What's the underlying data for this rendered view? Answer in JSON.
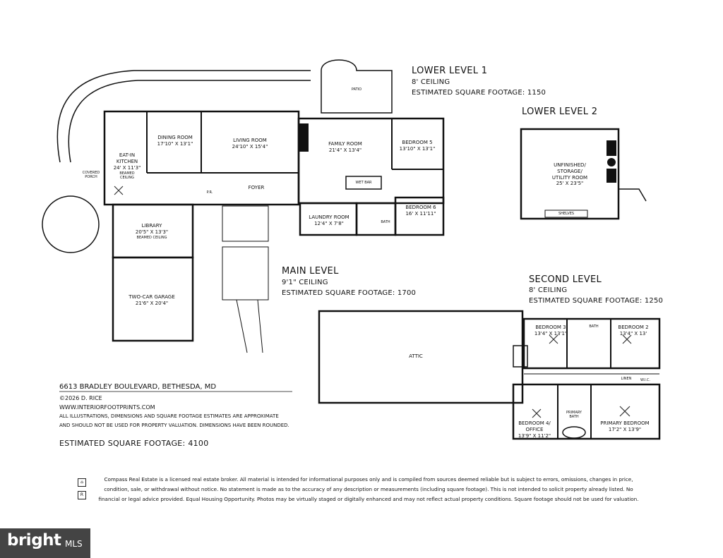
{
  "lower_level_1": {
    "title": "LOWER LEVEL 1",
    "ceiling": "8' CEILING",
    "sqft": "ESTIMATED SQUARE FOOTAGE: 1150",
    "rooms": {
      "patio": "PATIO",
      "family_room_name": "FAMILY ROOM",
      "family_room_dim": "21'4\" X 13'4\"",
      "bedroom5_name": "BEDROOM 5",
      "bedroom5_dim": "13'10\" X 13'1\"",
      "wet_bar": "WET BAR",
      "laundry_name": "LAUNDRY ROOM",
      "laundry_dim": "12'4\" X 7'8\"",
      "bath": "BATH",
      "bedroom6_name": "BEDROOM 6",
      "bedroom6_dim": "16' X 11'11\""
    }
  },
  "lower_level_2": {
    "title": "LOWER LEVEL 2",
    "room_line1": "UNFINISHED/",
    "room_line2": "STORAGE/",
    "room_line3": "UTILITY ROOM",
    "room_dim": "25' X 23'5\"",
    "shelves": "SHELVES"
  },
  "main_level": {
    "title": "MAIN LEVEL",
    "ceiling": "9'1\" CEILING",
    "sqft": "ESTIMATED SQUARE FOOTAGE: 1700",
    "rooms": {
      "dining_name": "DINING ROOM",
      "dining_dim": "17'10\" X 13'1\"",
      "living_name": "LIVING ROOM",
      "living_dim": "24'10\" X 15'4\"",
      "kitchen_name1": "EAT-IN",
      "kitchen_name2": "KITCHEN",
      "kitchen_dim": "24' X 11'3\"",
      "kitchen_note1": "BEAMED",
      "kitchen_note2": "CEILING",
      "covered_porch1": "COVERED",
      "covered_porch2": "PORCH",
      "foyer": "FOYER",
      "pr": "P.R.",
      "library_name": "LIBRARY",
      "library_dim": "20'5\" X 13'3\"",
      "library_note": "BEAMED CEILING",
      "garage_name": "TWO-CAR GARAGE",
      "garage_dim": "21'6\" X 20'4\""
    }
  },
  "second_level": {
    "title": "SECOND LEVEL",
    "ceiling": "8' CEILING",
    "sqft": "ESTIMATED SQUARE FOOTAGE: 1250",
    "rooms": {
      "attic": "ATTIC",
      "bedroom3_name": "BEDROOM 3",
      "bedroom3_dim": "13'4\" X 13'1\"",
      "bedroom2_name": "BEDROOM 2",
      "bedroom2_dim": "13'4\" X 13'",
      "bath": "BATH",
      "wic": "W.I.C.",
      "linen": "LINEN",
      "primary_bath1": "PRIMARY",
      "primary_bath2": "BATH",
      "bedroom4_name1": "BEDROOM 4/",
      "bedroom4_name2": "OFFICE",
      "bedroom4_dim": "13'9\" X 11'2\"",
      "primary_bed_name": "PRIMARY BEDROOM",
      "primary_bed_dim": "17'2\" X 13'9\""
    }
  },
  "footer": {
    "address": "6613 BRADLEY BOULEVARD, BETHESDA, MD",
    "copyright": "©2026 D. RICE",
    "website": "WWW.INTERIORFOOTPRINTS.COM",
    "note1": "ALL ILLUSTRATIONS, DIMENSIONS AND SQUARE FOOTAGE ESTIMATES ARE APPROXIMATE",
    "note2": "AND  SHOULD NOT BE USED FOR PROPERTY VALUATION. DIMENSIONS HAVE BEEN ROUNDED.",
    "total_sqft": "ESTIMATED SQUARE FOOTAGE: 4100"
  },
  "disclaimer": {
    "line1": "Compass Real Estate is a licensed real estate broker. All material is intended for informational purposes only and is compiled from sources deemed reliable but is subject to errors, omissions, changes in price,",
    "line2": "condition, sale, or withdrawal without notice. No statement is made as to the accuracy of any description or measurements (including square footage). This is not intended to solicit property already listed. No",
    "line3": "financial or legal advice provided. Equal Housing Opportunity. Photos may be virtually staged or digitally enhanced and may not reflect actual property conditions. Square footage should not be used for valuation."
  },
  "watermark": {
    "brand": "bright",
    "suffix": "MLS"
  }
}
